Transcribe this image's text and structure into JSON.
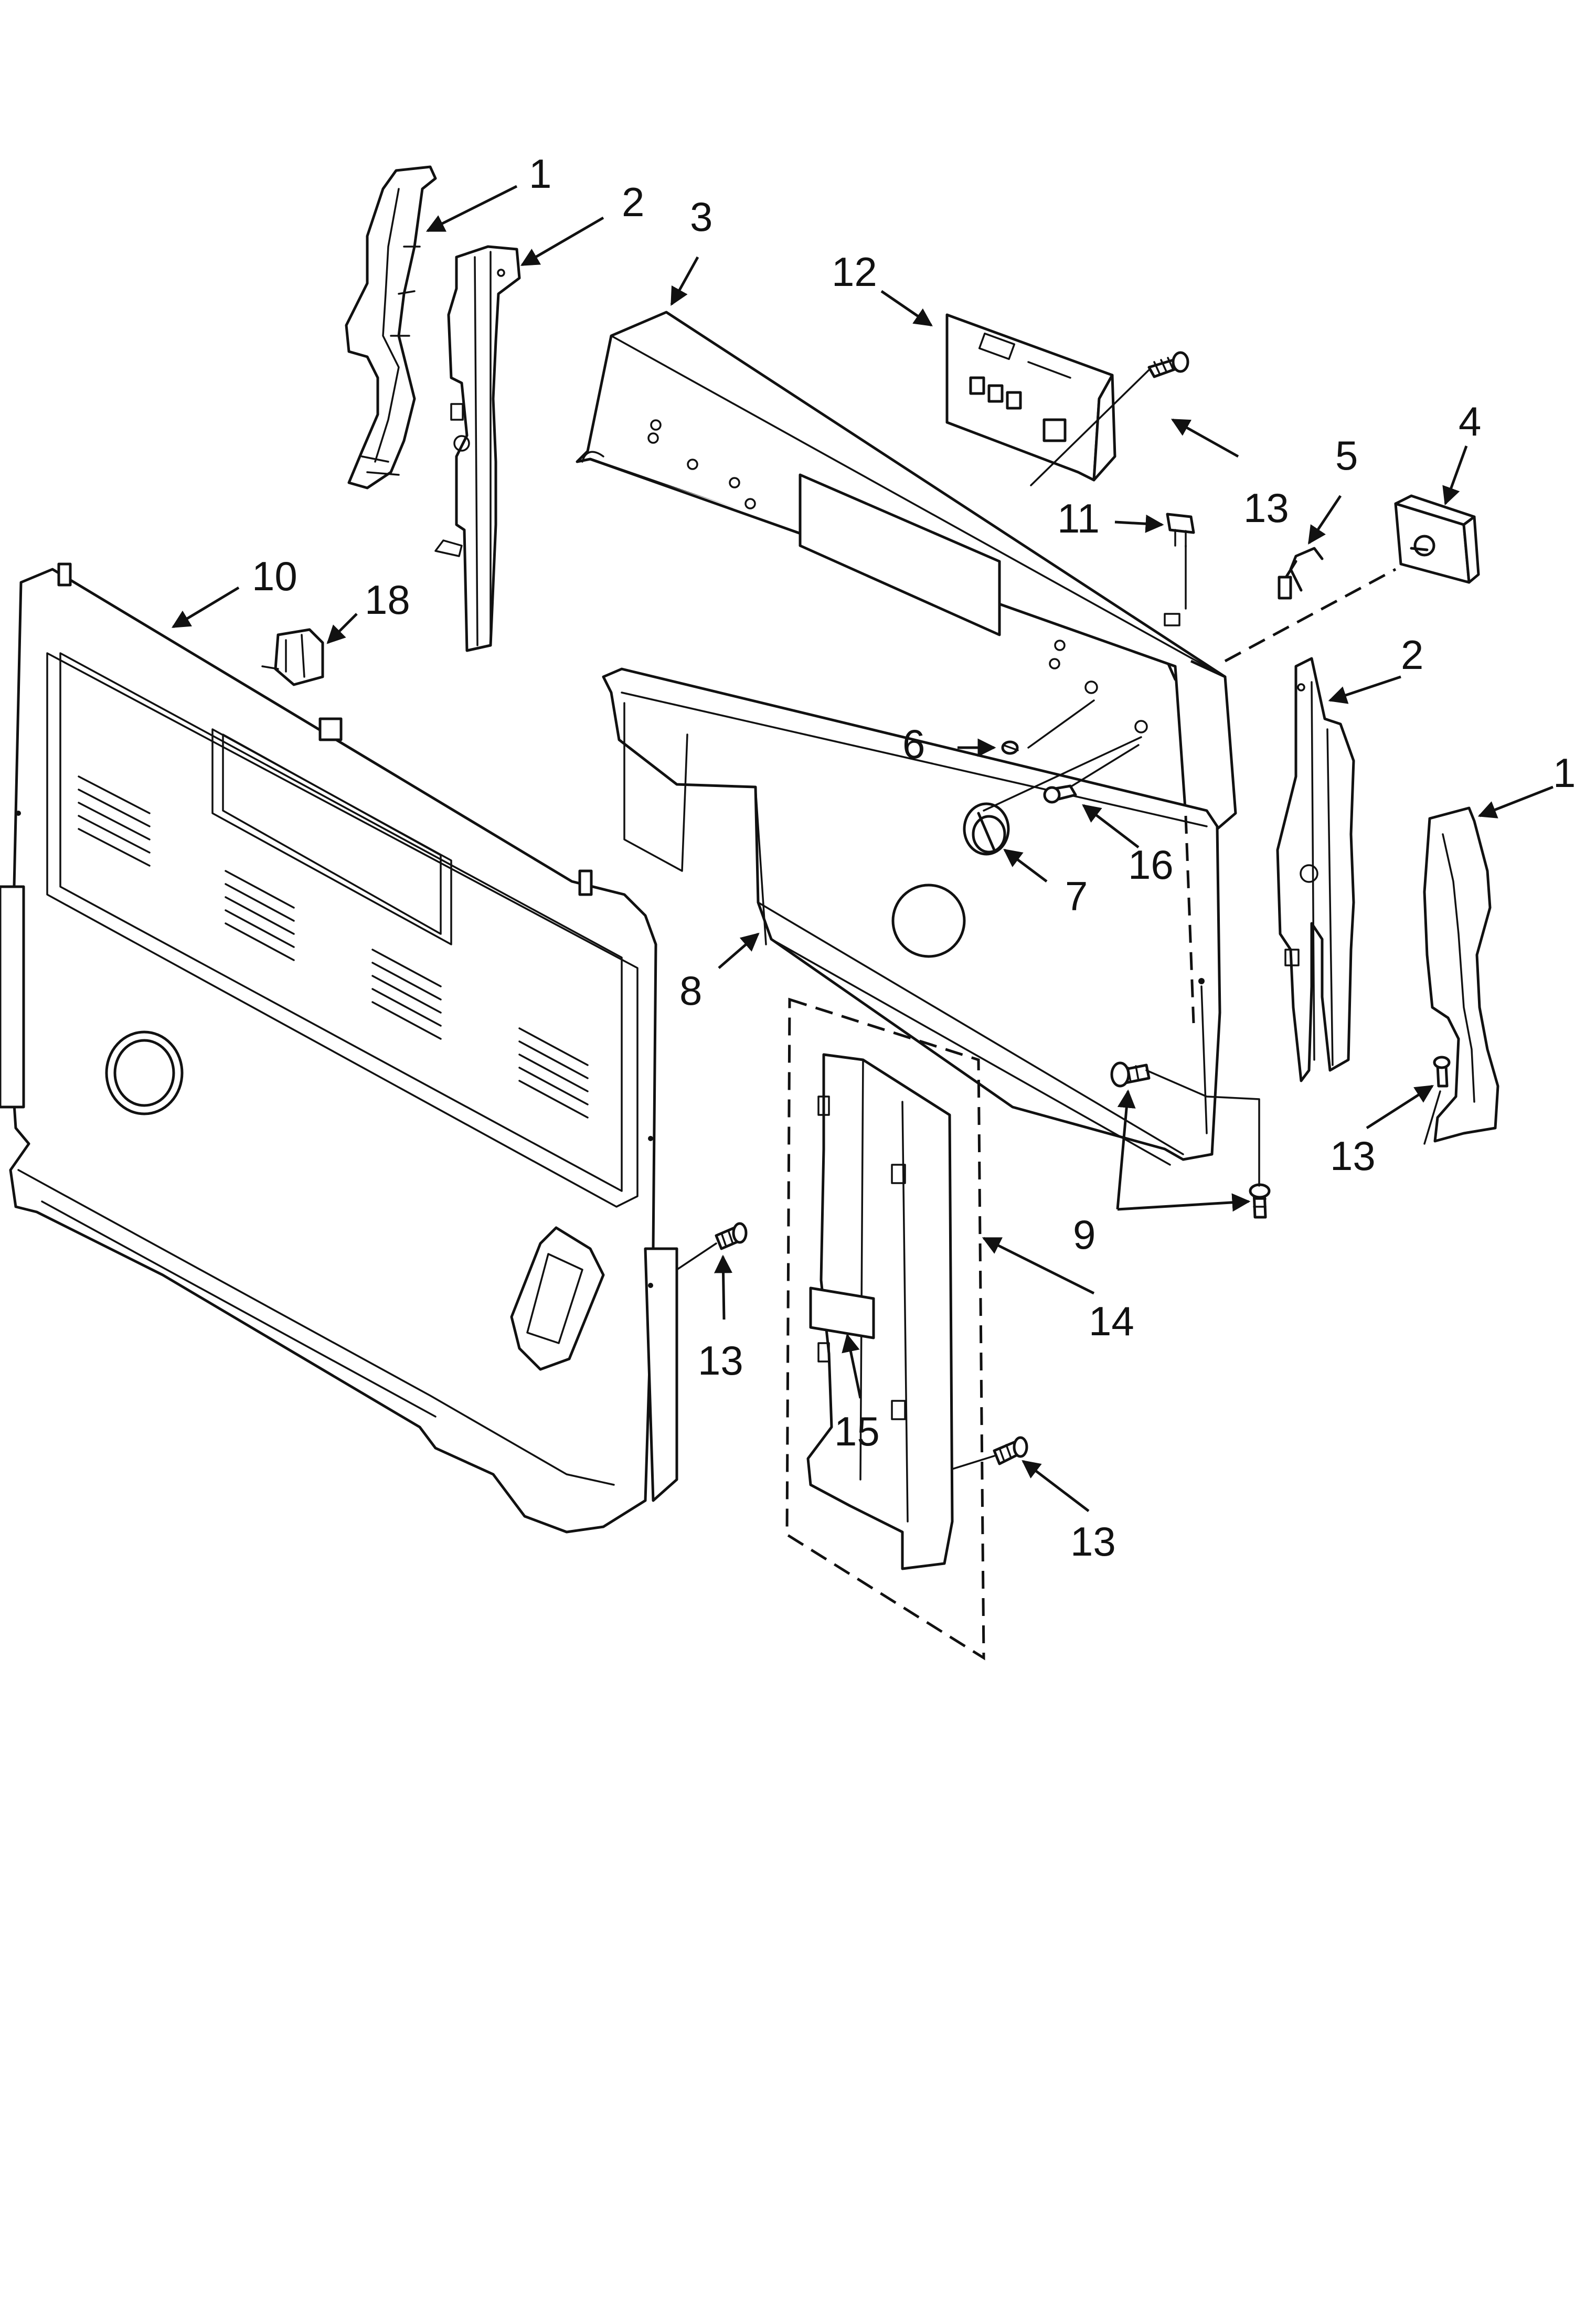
{
  "callouts": [
    {
      "id": "c1a",
      "text": "1"
    },
    {
      "id": "c2a",
      "text": "2"
    },
    {
      "id": "c3",
      "text": "3"
    },
    {
      "id": "c12",
      "text": "12"
    },
    {
      "id": "c13a",
      "text": "13"
    },
    {
      "id": "c4",
      "text": "4"
    },
    {
      "id": "c5",
      "text": "5"
    },
    {
      "id": "c11",
      "text": "11"
    },
    {
      "id": "c10",
      "text": "10"
    },
    {
      "id": "c18",
      "text": "18"
    },
    {
      "id": "c2b",
      "text": "2"
    },
    {
      "id": "c1b",
      "text": "1"
    },
    {
      "id": "c6",
      "text": "6"
    },
    {
      "id": "c16",
      "text": "16"
    },
    {
      "id": "c7",
      "text": "7"
    },
    {
      "id": "c8",
      "text": "8"
    },
    {
      "id": "c9",
      "text": "9"
    },
    {
      "id": "c13b",
      "text": "13"
    },
    {
      "id": "c14",
      "text": "14"
    },
    {
      "id": "c13c",
      "text": "13"
    },
    {
      "id": "c15",
      "text": "15"
    },
    {
      "id": "c13d",
      "text": "13"
    }
  ]
}
